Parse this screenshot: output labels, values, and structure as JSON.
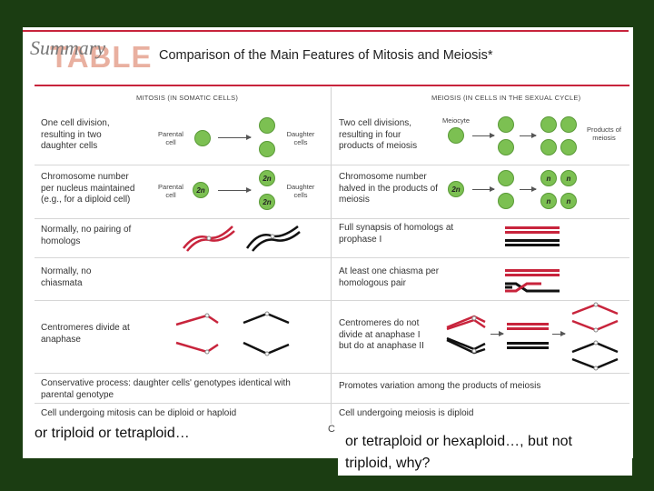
{
  "header": {
    "summary_word": "Summary",
    "table_word": "TABLE",
    "title": "Comparison of the Main Features of Mitosis and Meiosis*"
  },
  "mitosis": {
    "col_head": "MITOSIS (IN SOMATIC CELLS)",
    "rows": [
      "One cell division, resulting in two daughter cells",
      "Chromosome number per nucleus maintained (e.g., for a diploid cell)",
      "Normally, no pairing of homologs",
      "Normally, no chiasmata",
      "Centromeres divide at anaphase",
      "Conservative process: daughter cells' genotypes identical with parental genotype",
      "Cell undergoing mitosis can be diploid or haploid"
    ],
    "parental_label": "Parental cell",
    "daughter_label": "Daughter cells",
    "ploidy_parent": "2n",
    "ploidy_daughter": "2n"
  },
  "meiosis": {
    "col_head": "MEIOSIS (IN CELLS IN THE SEXUAL CYCLE)",
    "rows": [
      "Two cell divisions, resulting in four products of meiosis",
      "Chromosome number halved in the products of meiosis",
      "Full synapsis of homologs at prophase I",
      "At least one chiasma per homologous pair",
      "Centromeres do not divide at anaphase I but do at anaphase II",
      "Promotes variation among the products of meiosis",
      "Cell undergoing meiosis is diploid"
    ],
    "meiocyte_label": "Meiocyte",
    "products_label": "Products of meiosis",
    "ploidy_parent": "2n",
    "ploidy_product": "n"
  },
  "overlay": {
    "left_text": "or triploid or tetraploid…",
    "right_text": "or tetraploid or hexaploid…, but not triploid, why?",
    "cut_text": "C"
  },
  "colors": {
    "background": "#1b3d12",
    "accent": "#c8243c",
    "cell": "#7cc052",
    "chromosome_red": "#c8243c",
    "chromosome_black": "#111111"
  }
}
